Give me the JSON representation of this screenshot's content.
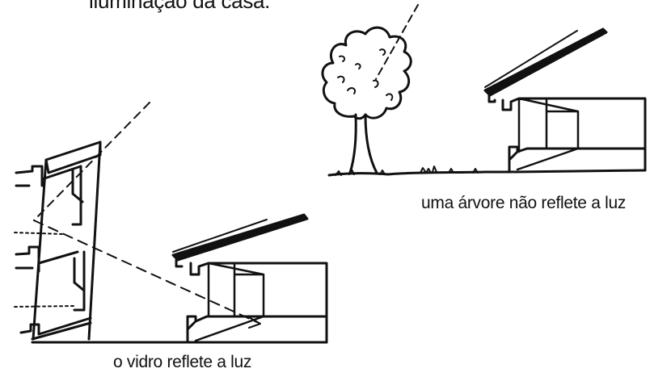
{
  "captions": {
    "top_partial": "iluminação da casa.",
    "tree": "uma árvore não reflete a luz",
    "glass": "o vidro reflete a luz"
  },
  "colors": {
    "ink": "#111111",
    "background": "#ffffff"
  }
}
